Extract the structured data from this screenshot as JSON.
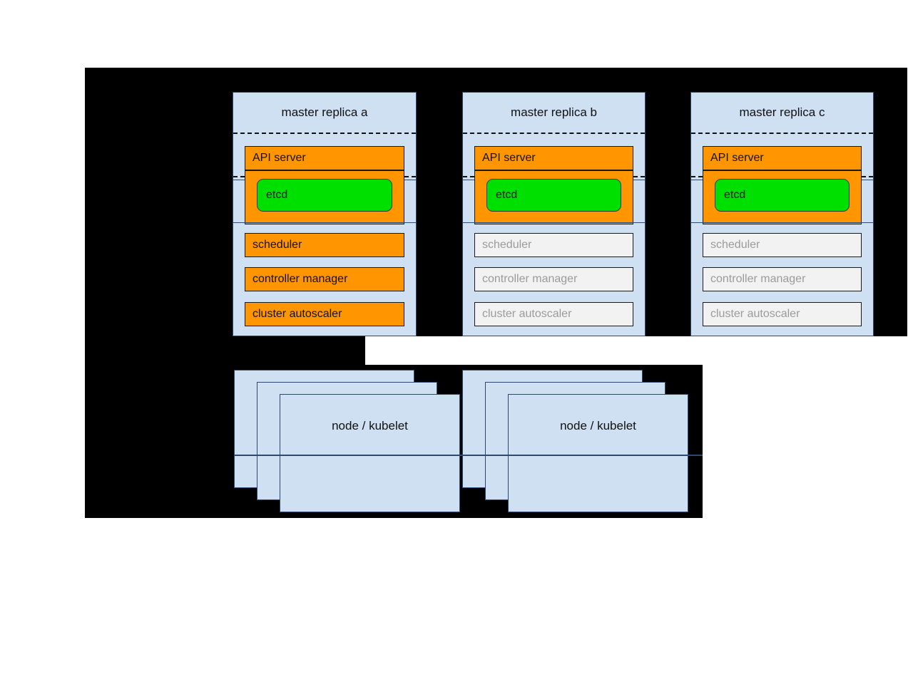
{
  "diagram": {
    "title_present": false,
    "colors": {
      "backdrop": "#000000",
      "panel_fill": "#cfe0f3",
      "panel_border": "#2b4a72",
      "active_component": "#ff9500",
      "inactive_component": "#f2f2f2",
      "inactive_text": "#9b9b9b",
      "etcd_fill": "#00e000",
      "text": "#111111"
    }
  },
  "masters": [
    {
      "id": "a",
      "title": "master replica a",
      "api_server": {
        "label": "API server",
        "state": "active"
      },
      "etcd": {
        "label": "etcd",
        "state": "active"
      },
      "components": [
        {
          "label": "scheduler",
          "state": "active"
        },
        {
          "label": "controller manager",
          "state": "active"
        },
        {
          "label": "cluster autoscaler",
          "state": "active"
        }
      ]
    },
    {
      "id": "b",
      "title": "master replica b",
      "api_server": {
        "label": "API server",
        "state": "active"
      },
      "etcd": {
        "label": "etcd",
        "state": "active"
      },
      "components": [
        {
          "label": "scheduler",
          "state": "inactive"
        },
        {
          "label": "controller manager",
          "state": "inactive"
        },
        {
          "label": "cluster autoscaler",
          "state": "inactive"
        }
      ]
    },
    {
      "id": "c",
      "title": "master replica c",
      "api_server": {
        "label": "API server",
        "state": "active"
      },
      "etcd": {
        "label": "etcd",
        "state": "active"
      },
      "components": [
        {
          "label": "scheduler",
          "state": "inactive"
        },
        {
          "label": "controller manager",
          "state": "inactive"
        },
        {
          "label": "cluster autoscaler",
          "state": "inactive"
        }
      ]
    }
  ],
  "nodes": [
    {
      "id": "group-1",
      "label": "node / kubelet",
      "cards": 3
    },
    {
      "id": "group-2",
      "label": "node / kubelet",
      "cards": 3
    }
  ]
}
